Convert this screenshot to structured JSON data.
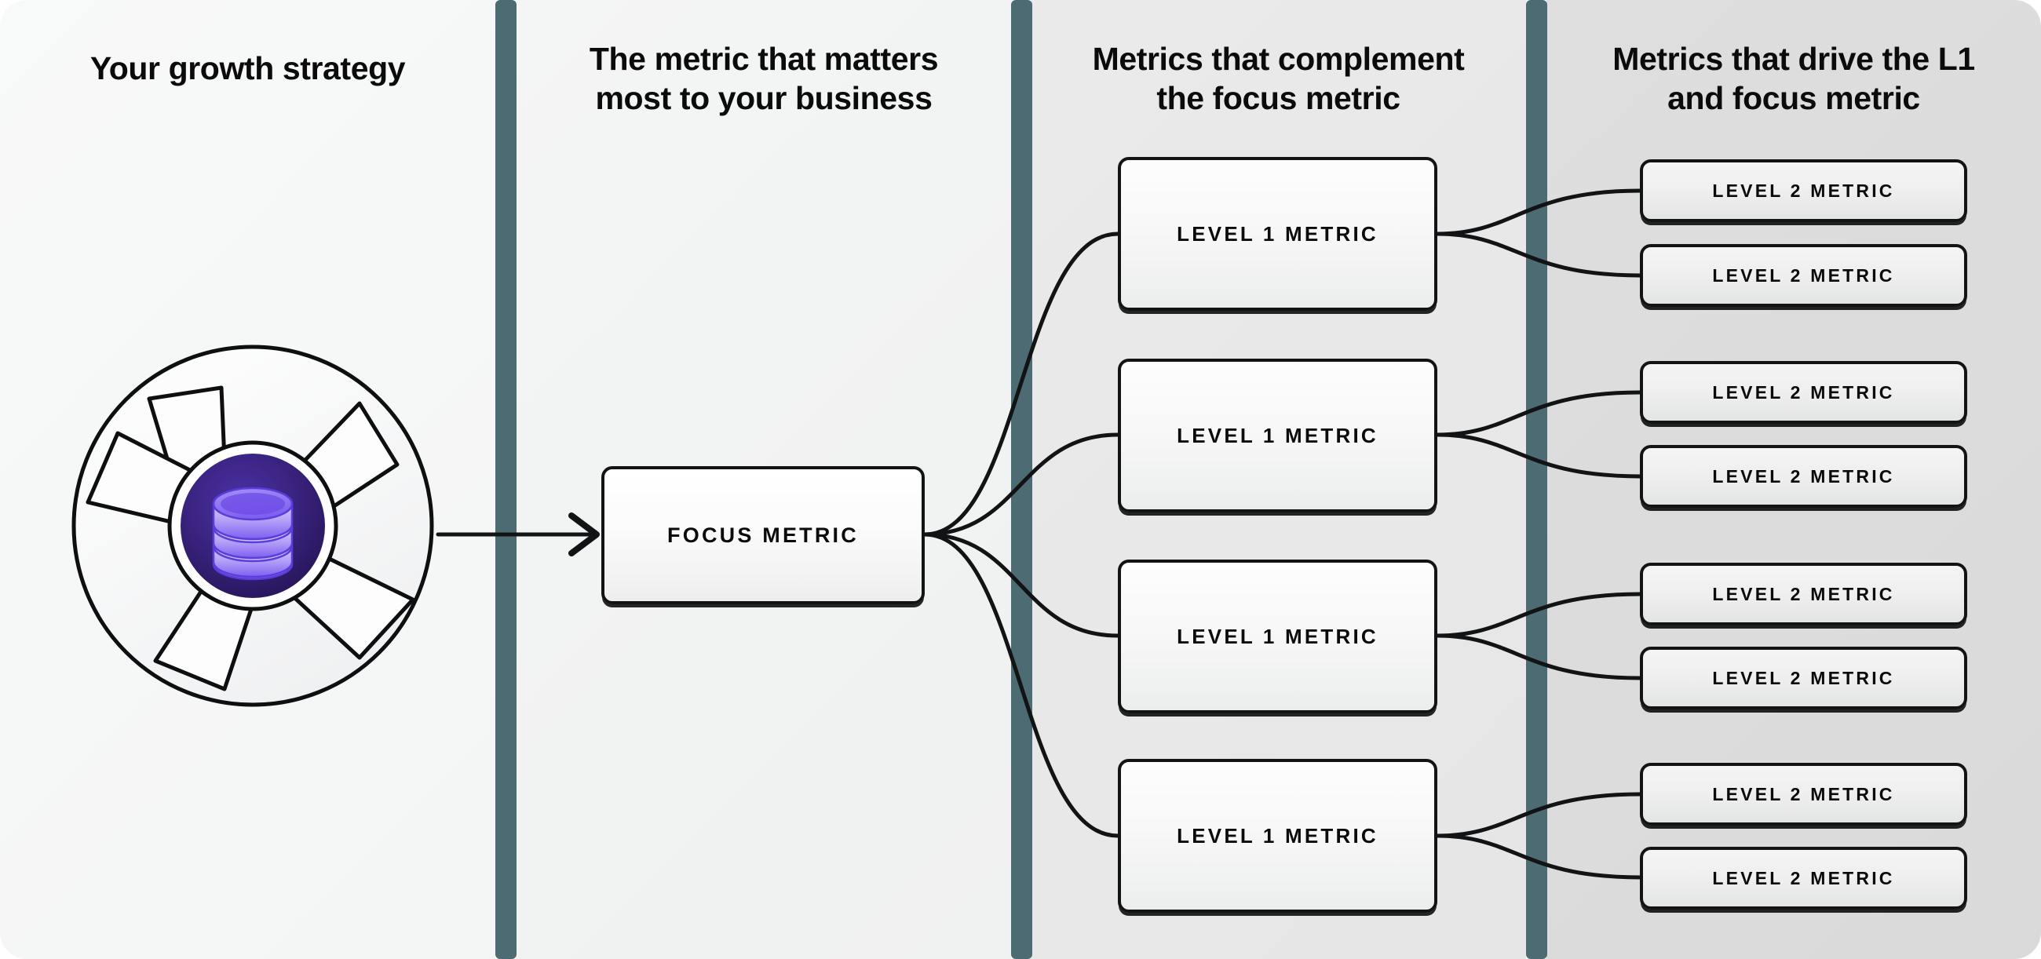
{
  "columns": [
    {
      "id": "growth-strategy",
      "title": "Your growth strategy"
    },
    {
      "id": "focus-metric",
      "title": "The metric that matters\nmost to your business"
    },
    {
      "id": "level-1-metrics",
      "title": "Metrics that complement\nthe focus metric"
    },
    {
      "id": "level-2-metrics",
      "title": "Metrics that drive the L1\nand focus metric"
    }
  ],
  "logo": {
    "icon_name": "database-aperture-logo",
    "inner_icon": "database-stack-icon",
    "ring_color": "#0d0f11",
    "blade_color": "#f7f8f9",
    "core_dark": "#281459",
    "core_mid": "#3b2585",
    "db_light": "#c3b4fa",
    "db_mid": "#8f72f3",
    "db_dark": "#6a49e8"
  },
  "arrow": {
    "name": "strategy-to-focus-arrow"
  },
  "focus": {
    "label": "FOCUS METRIC"
  },
  "level1": [
    {
      "label": "LEVEL 1 METRIC"
    },
    {
      "label": "LEVEL 1 METRIC"
    },
    {
      "label": "LEVEL 1 METRIC"
    },
    {
      "label": "LEVEL 1 METRIC"
    }
  ],
  "level2": [
    {
      "label": "LEVEL 2 METRIC"
    },
    {
      "label": "LEVEL 2 METRIC"
    },
    {
      "label": "LEVEL 2 METRIC"
    },
    {
      "label": "LEVEL 2 METRIC"
    },
    {
      "label": "LEVEL 2 METRIC"
    },
    {
      "label": "LEVEL 2 METRIC"
    },
    {
      "label": "LEVEL 2 METRIC"
    },
    {
      "label": "LEVEL 2 METRIC"
    }
  ],
  "theme": {
    "divider_color": "#4d6b73",
    "panel_1_bg": "#f7f8f8",
    "panel_2_bg": "#f2f3f3",
    "panel_3_bg": "#e9e9e9",
    "panel_4_bg": "#dddddd",
    "stroke_color": "#111315",
    "text_color": "#0b0b0c"
  }
}
